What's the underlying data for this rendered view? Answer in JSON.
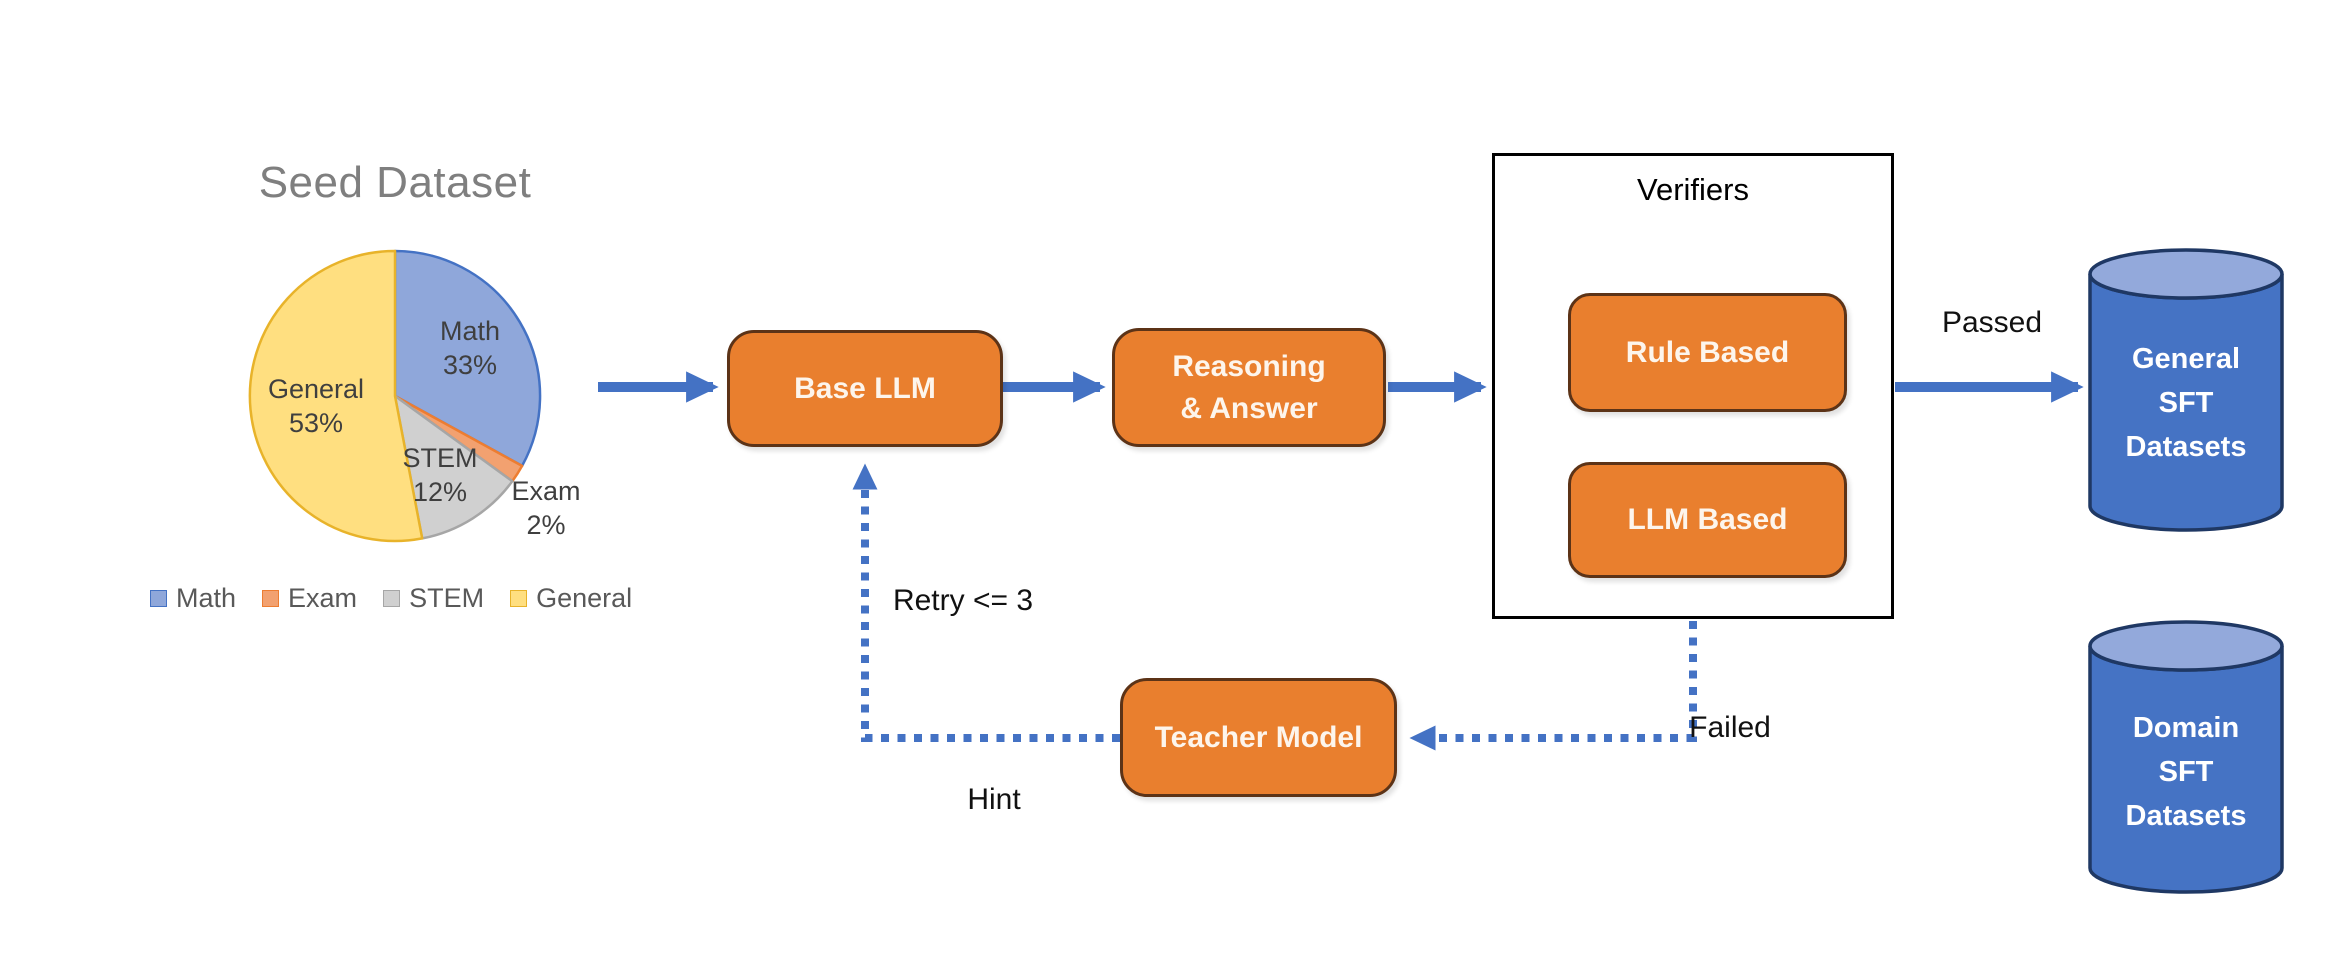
{
  "diagram_title": "Seed Dataset",
  "chart_data": {
    "type": "pie",
    "title": "Seed Dataset",
    "categories": [
      "Math",
      "Exam",
      "STEM",
      "General"
    ],
    "values": [
      33,
      2,
      12,
      53
    ],
    "unit": "%",
    "slice_labels": [
      "Math\n33%",
      "Exam\n2%",
      "STEM\n12%",
      "General\n53%"
    ],
    "slice_fills": [
      "#8FA7DA",
      "#F2A170",
      "#D0D0D0",
      "#FFDF80"
    ],
    "slice_strokes": [
      "#4472C4",
      "#ED7D31",
      "#A6A6A6",
      "#E8B32A"
    ],
    "legend_position": "bottom",
    "start_angle_deg": 0,
    "direction": "clockwise"
  },
  "nodes": {
    "base_llm": "Base LLM",
    "reasoning_answer": "Reasoning\n& Answer",
    "verifiers_title": "Verifiers",
    "rule_based": "Rule Based",
    "llm_based": "LLM Based",
    "teacher_model": "Teacher Model",
    "general_sft": "General\nSFT\nDatasets",
    "domain_sft": "Domain\nSFT\nDatasets"
  },
  "edge_labels": {
    "passed": "Passed",
    "failed": "Failed",
    "retry": "Retry <= 3",
    "hint": "Hint"
  },
  "colors": {
    "arrow_blue": "#4472C4",
    "node_fill": "#E97F2E",
    "node_border": "#5C3317",
    "cylinder_fill": "#4573C4",
    "cylinder_top": "#93A9DB",
    "cylinder_border": "#1F3864",
    "verifiers_border": "#000000",
    "title_gray": "#7F7F7F",
    "label_black": "#111111",
    "pie_label_gray": "#3F3F3F",
    "legend_text_gray": "#595959"
  }
}
